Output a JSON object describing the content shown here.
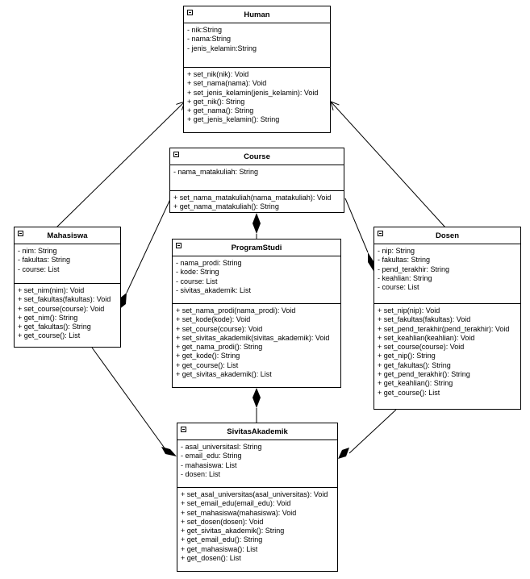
{
  "classes": [
    {
      "name": "Human",
      "attributes": [
        "- nik:String",
        "- nama:String",
        "- jenis_kelamin:String"
      ],
      "methods": [
        "+ set_nik(nik): Void",
        "+ set_nama(nama): Void",
        "+ set_jenis_kelamin(jenis_kelamin): Void",
        "+ get_nik(): String",
        "+ get_nama(): String",
        "+ get_jenis_kelamin(): String"
      ]
    },
    {
      "name": "Course",
      "attributes": [
        "- nama_matakuliah: String"
      ],
      "methods": [
        "+ set_nama_matakuliah(nama_matakuliah): Void",
        "+ get_nama_matakuliah(): String"
      ]
    },
    {
      "name": "Mahasiswa",
      "attributes": [
        "- nim: String",
        "- fakultas: String",
        "- course: List"
      ],
      "methods": [
        "+ set_nim(nim): Void",
        "+ set_fakultas(fakultas): Void",
        "+ set_course(course): Void",
        "+ get_nim(): String",
        "+ get_fakultas(): String",
        "+ get_course(): List"
      ]
    },
    {
      "name": "ProgramStudi",
      "attributes": [
        "- nama_prodi: String",
        "- kode: String",
        "- course: List",
        "- sivitas_akademik: List"
      ],
      "methods": [
        "+ set_nama_prodi(nama_prodi): Void",
        "+ set_kode(kode): Void",
        "+ set_course(course): Void",
        "+ set_sivitas_akademik(sivitas_akademik): Void",
        "+ get_nama_prodi(): String",
        "+ get_kode(): String",
        "+ get_course(): List",
        "+ get_sivitas_akademik(): List"
      ]
    },
    {
      "name": "Dosen",
      "attributes": [
        "- nip: String",
        "- fakultas: String",
        "- pend_terakhir: String",
        "- keahlian: String",
        "- course: List"
      ],
      "methods": [
        "+ set_nip(nip): Void",
        "+ set_fakultas(fakultas): Void",
        "+ set_pend_terakhir(pend_terakhir): Void",
        "+ set_keahlian(keahlian): Void",
        "+ set_course(course): Void",
        "+ get_nip(): String",
        "+ get_fakultas(): String",
        "+ get_pend_terakhir(): String",
        "+ get_keahlian(): String",
        "+ get_course(): List"
      ]
    },
    {
      "name": "SivitasAkademik",
      "attributes": [
        "- asal_universitasl: String",
        "- email_edu: String",
        "- mahasiswa: List",
        "- dosen: List"
      ],
      "methods": [
        "+ set_asal_universitas(asal_universitas): Void",
        "+ set_email_edu(email_edu): Void",
        "+ set_mahasiswa(mahasiswa): Void",
        "+ set_dosen(dosen): Void",
        "+ get_sivitas_akademik(): String",
        "+ get_email_edu(): String",
        "+ get_mahasiswa(): List",
        "+ get_dosen(): List"
      ]
    }
  ]
}
